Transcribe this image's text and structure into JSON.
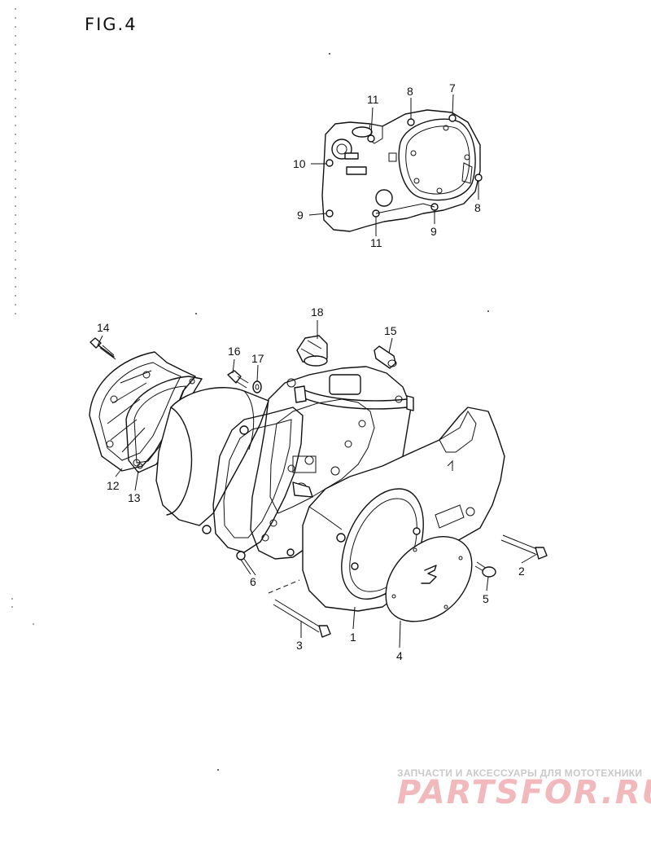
{
  "figure": {
    "title": "FIG.4"
  },
  "callouts": {
    "p1": "1",
    "p2": "2",
    "p3": "3",
    "p4": "4",
    "p5": "5",
    "p6": "6",
    "p7": "7",
    "p8a": "8",
    "p8b": "8",
    "p9a": "9",
    "p9b": "9",
    "p10": "10",
    "p11a": "11",
    "p11b": "11",
    "p12": "12",
    "p13": "13",
    "p14": "14",
    "p15": "15",
    "p16": "16",
    "p17": "17",
    "p18": "18"
  },
  "watermark": {
    "subtitle": "ЗАПЧАСТИ И АКСЕССУАРЫ ДЛЯ МОТОТЕХНИКИ",
    "logo": "PARTSFOR.RU"
  },
  "colors": {
    "ink": "#111111",
    "watermark_logo": "#f2b9bd",
    "watermark_text": "#c9c9c9"
  }
}
